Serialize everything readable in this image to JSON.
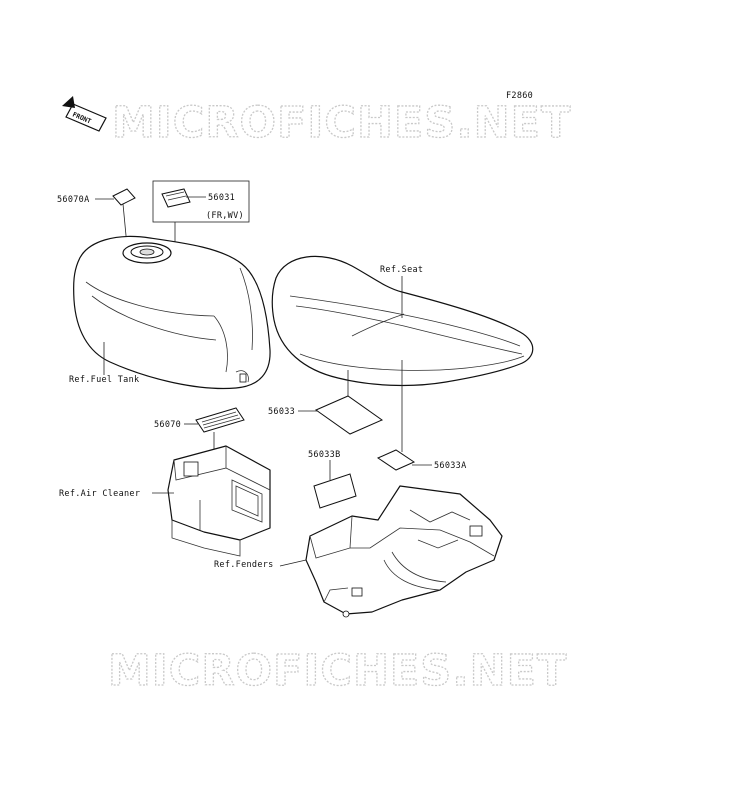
{
  "diagram_code": "F2860",
  "front_arrow_label": "FRONT",
  "watermark_text": "MICROFICHES.NET",
  "labels": {
    "p56070A": "56070A",
    "p56031": "56031",
    "p56031_note": "(FR,WV)",
    "ref_fuel_tank": "Ref.Fuel Tank",
    "ref_seat": "Ref.Seat",
    "p56070": "56070",
    "p56033": "56033",
    "p56033B": "56033B",
    "p56033A": "56033A",
    "ref_air_cleaner": "Ref.Air Cleaner",
    "ref_fenders": "Ref.Fenders"
  }
}
